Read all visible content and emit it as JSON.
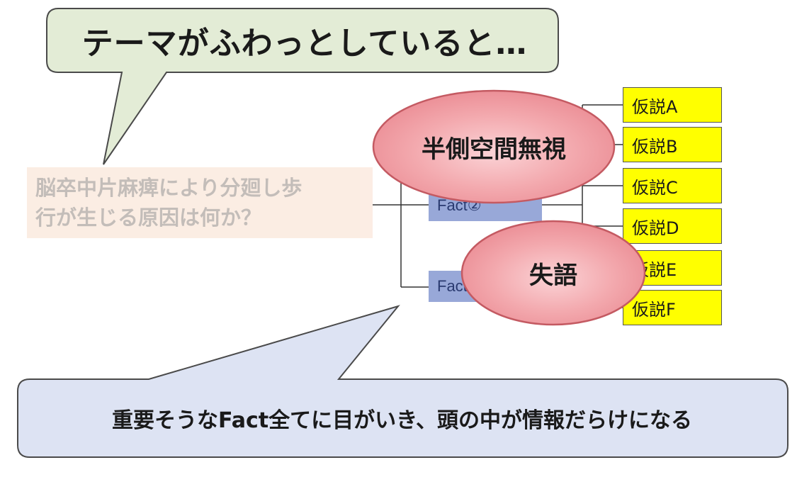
{
  "speech_top": {
    "text": "テーマがふわっとしていると…"
  },
  "question": {
    "line1": "脳卒中片麻痺により分廻し歩",
    "line2": "行が生じる原因は何か？"
  },
  "facts": {
    "fact2": "Fact②",
    "fact3": "Fact③"
  },
  "hypotheses": [
    "仮説A",
    "仮説B",
    "仮説C",
    "仮説D",
    "仮説E",
    "仮説F"
  ],
  "highlights": {
    "neglect": "半側空間無視",
    "aphasia": "失語"
  },
  "speech_bottom": {
    "text": "重要そうなFact全てに目がいき、頭の中が情報だらけになる"
  },
  "colors": {
    "top_bubble_fill": "#e3ecd6",
    "bottom_bubble_fill": "#dde3f3",
    "question_fill": "#fbeadf",
    "fact_fill": "#98a8d8",
    "hypothesis_fill": "#ffff00",
    "ellipse_fill": "#f2a0a6",
    "ellipse_stroke": "#c45a62"
  }
}
